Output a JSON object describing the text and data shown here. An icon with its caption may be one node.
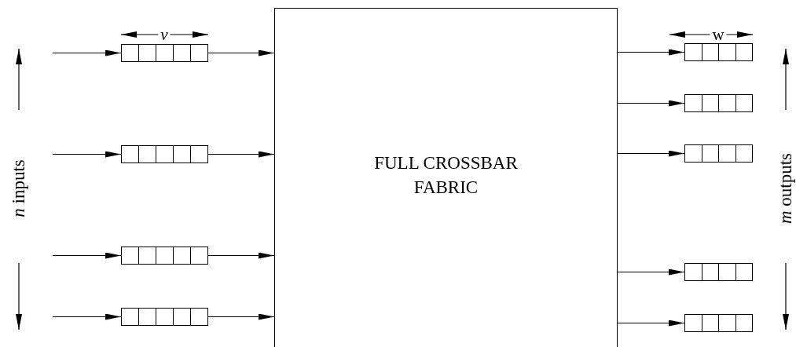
{
  "diagram": {
    "nodes": [
      {
        "text": [
          "FULL CROSSBAR FABRIC"
        ]
      },
      {
        "text": [],
        "shape": "box"
      },
      {
        "text": [],
        "shape": "box"
      },
      {
        "text": [],
        "shape": "box"
      },
      {
        "text": [],
        "shape": "box"
      },
      {
        "text": [],
        "shape": "box"
      },
      {
        "text": [],
        "shape": "box"
      },
      {
        "text": [],
        "shape": "box"
      },
      {
        "text": [],
        "shape": "box"
      },
      {
        "text": [],
        "shape": "box"
      }
    ],
    "edges": [
      {
        "from": null,
        "to": 1,
        "arrow": "to"
      },
      {
        "from": 1,
        "to": 0,
        "arrow": "to"
      },
      {
        "from": null,
        "to": 2,
        "arrow": "to"
      },
      {
        "from": 2,
        "to": 0,
        "arrow": "to"
      },
      {
        "from": null,
        "to": 3,
        "arrow": "to"
      },
      {
        "from": 3,
        "to": 0,
        "arrow": "to"
      },
      {
        "from": null,
        "to": 4,
        "arrow": "to"
      },
      {
        "from": 4,
        "to": 0,
        "arrow": "to"
      },
      {
        "from": 0,
        "to": 5,
        "arrow": "to"
      },
      {
        "from": 0,
        "to": 6,
        "arrow": "to"
      },
      {
        "from": 0,
        "to": 7,
        "arrow": "to"
      },
      {
        "from": 0,
        "to": 8,
        "arrow": "to"
      },
      {
        "from": 0,
        "to": 9,
        "arrow": "to"
      }
    ],
    "labels": [
      "v",
      "w",
      "*n* inputs",
      "*m* outputs"
    ]
  }
}
